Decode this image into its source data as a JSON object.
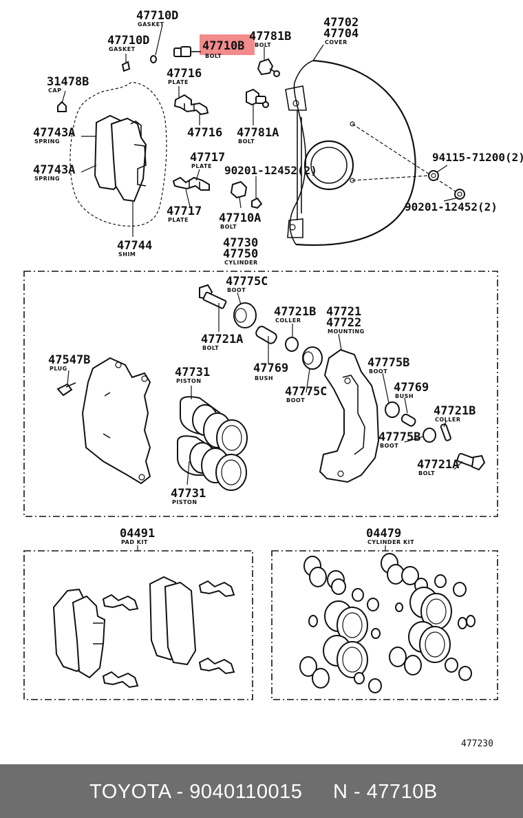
{
  "highlight_color": "#f28b8b",
  "footer_bg": "#6e6e6e",
  "labels": {
    "l47710d_top": {
      "pn": "47710D",
      "sub": "GASKET"
    },
    "l47710d": {
      "pn": "47710D",
      "sub": "GASKET"
    },
    "l47710b": {
      "pn": "47710B",
      "sub": "BOLT"
    },
    "l47781b": {
      "pn": "47781B",
      "sub": "BOLT"
    },
    "l47702": {
      "pn": "47702",
      "pn_b": "47704",
      "sub": "COVER"
    },
    "l31478b": {
      "pn": "31478B",
      "sub": "CAP"
    },
    "l47716_a": {
      "pn": "47716",
      "sub": "PLATE"
    },
    "l47716_b": {
      "pn": "47716"
    },
    "l47781a": {
      "pn": "47781A",
      "sub": "BOLT"
    },
    "l47743a_a": {
      "pn": "47743A",
      "sub": "SPRING"
    },
    "l47743a_b": {
      "pn": "47743A",
      "sub": "SPRING"
    },
    "l47717_a": {
      "pn": "47717",
      "sub": "PLATE"
    },
    "l47717_b": {
      "pn": "47717",
      "sub": "PLATE"
    },
    "l90201_a": {
      "pn": "90201-12452(2)"
    },
    "l94115": {
      "pn": "94115-71200(2)"
    },
    "l90201_b": {
      "pn": "90201-12452(2)"
    },
    "l47710a": {
      "pn": "47710A",
      "sub": "BOLT"
    },
    "l47744": {
      "pn": "47744",
      "sub": "SHIM"
    },
    "l47730": {
      "pn": "47730",
      "pn_b": "47750",
      "sub": "CYLINDER"
    },
    "l47775c_a": {
      "pn": "47775C",
      "sub": "BOOT"
    },
    "l47721b_a": {
      "pn": "47721B",
      "sub": "COLLER"
    },
    "l47721": {
      "pn": "47721",
      "pn_b": "47722",
      "sub": "MOUNTING"
    },
    "l47721a_a": {
      "pn": "47721A",
      "sub": "BOLT"
    },
    "l47547b": {
      "pn": "47547B",
      "sub": "PLUG"
    },
    "l47769_a": {
      "pn": "47769",
      "sub": "BUSH"
    },
    "l47775b_a": {
      "pn": "47775B",
      "sub": "BOOT"
    },
    "l47731_a": {
      "pn": "47731",
      "sub": "PISTON"
    },
    "l47775c_b": {
      "pn": "47775C",
      "sub": "BOOT"
    },
    "l47769_b": {
      "pn": "47769",
      "sub": "BUSH"
    },
    "l47721b_b": {
      "pn": "47721B",
      "sub": "COLLER"
    },
    "l47775b_b": {
      "pn": "47775B",
      "sub": "BOOT"
    },
    "l47721a_b": {
      "pn": "47721A",
      "sub": "BOLT"
    },
    "l47731_b": {
      "pn": "47731",
      "sub": "PISTON"
    },
    "l04491": {
      "pn": "04491",
      "sub": "PAD KIT"
    },
    "l04479": {
      "pn": "04479",
      "sub": "CYLINDER KIT"
    }
  },
  "figure_ref": "477230",
  "footer": {
    "left": "TOYOTA - 9040110015",
    "right": "N - 47710B"
  }
}
